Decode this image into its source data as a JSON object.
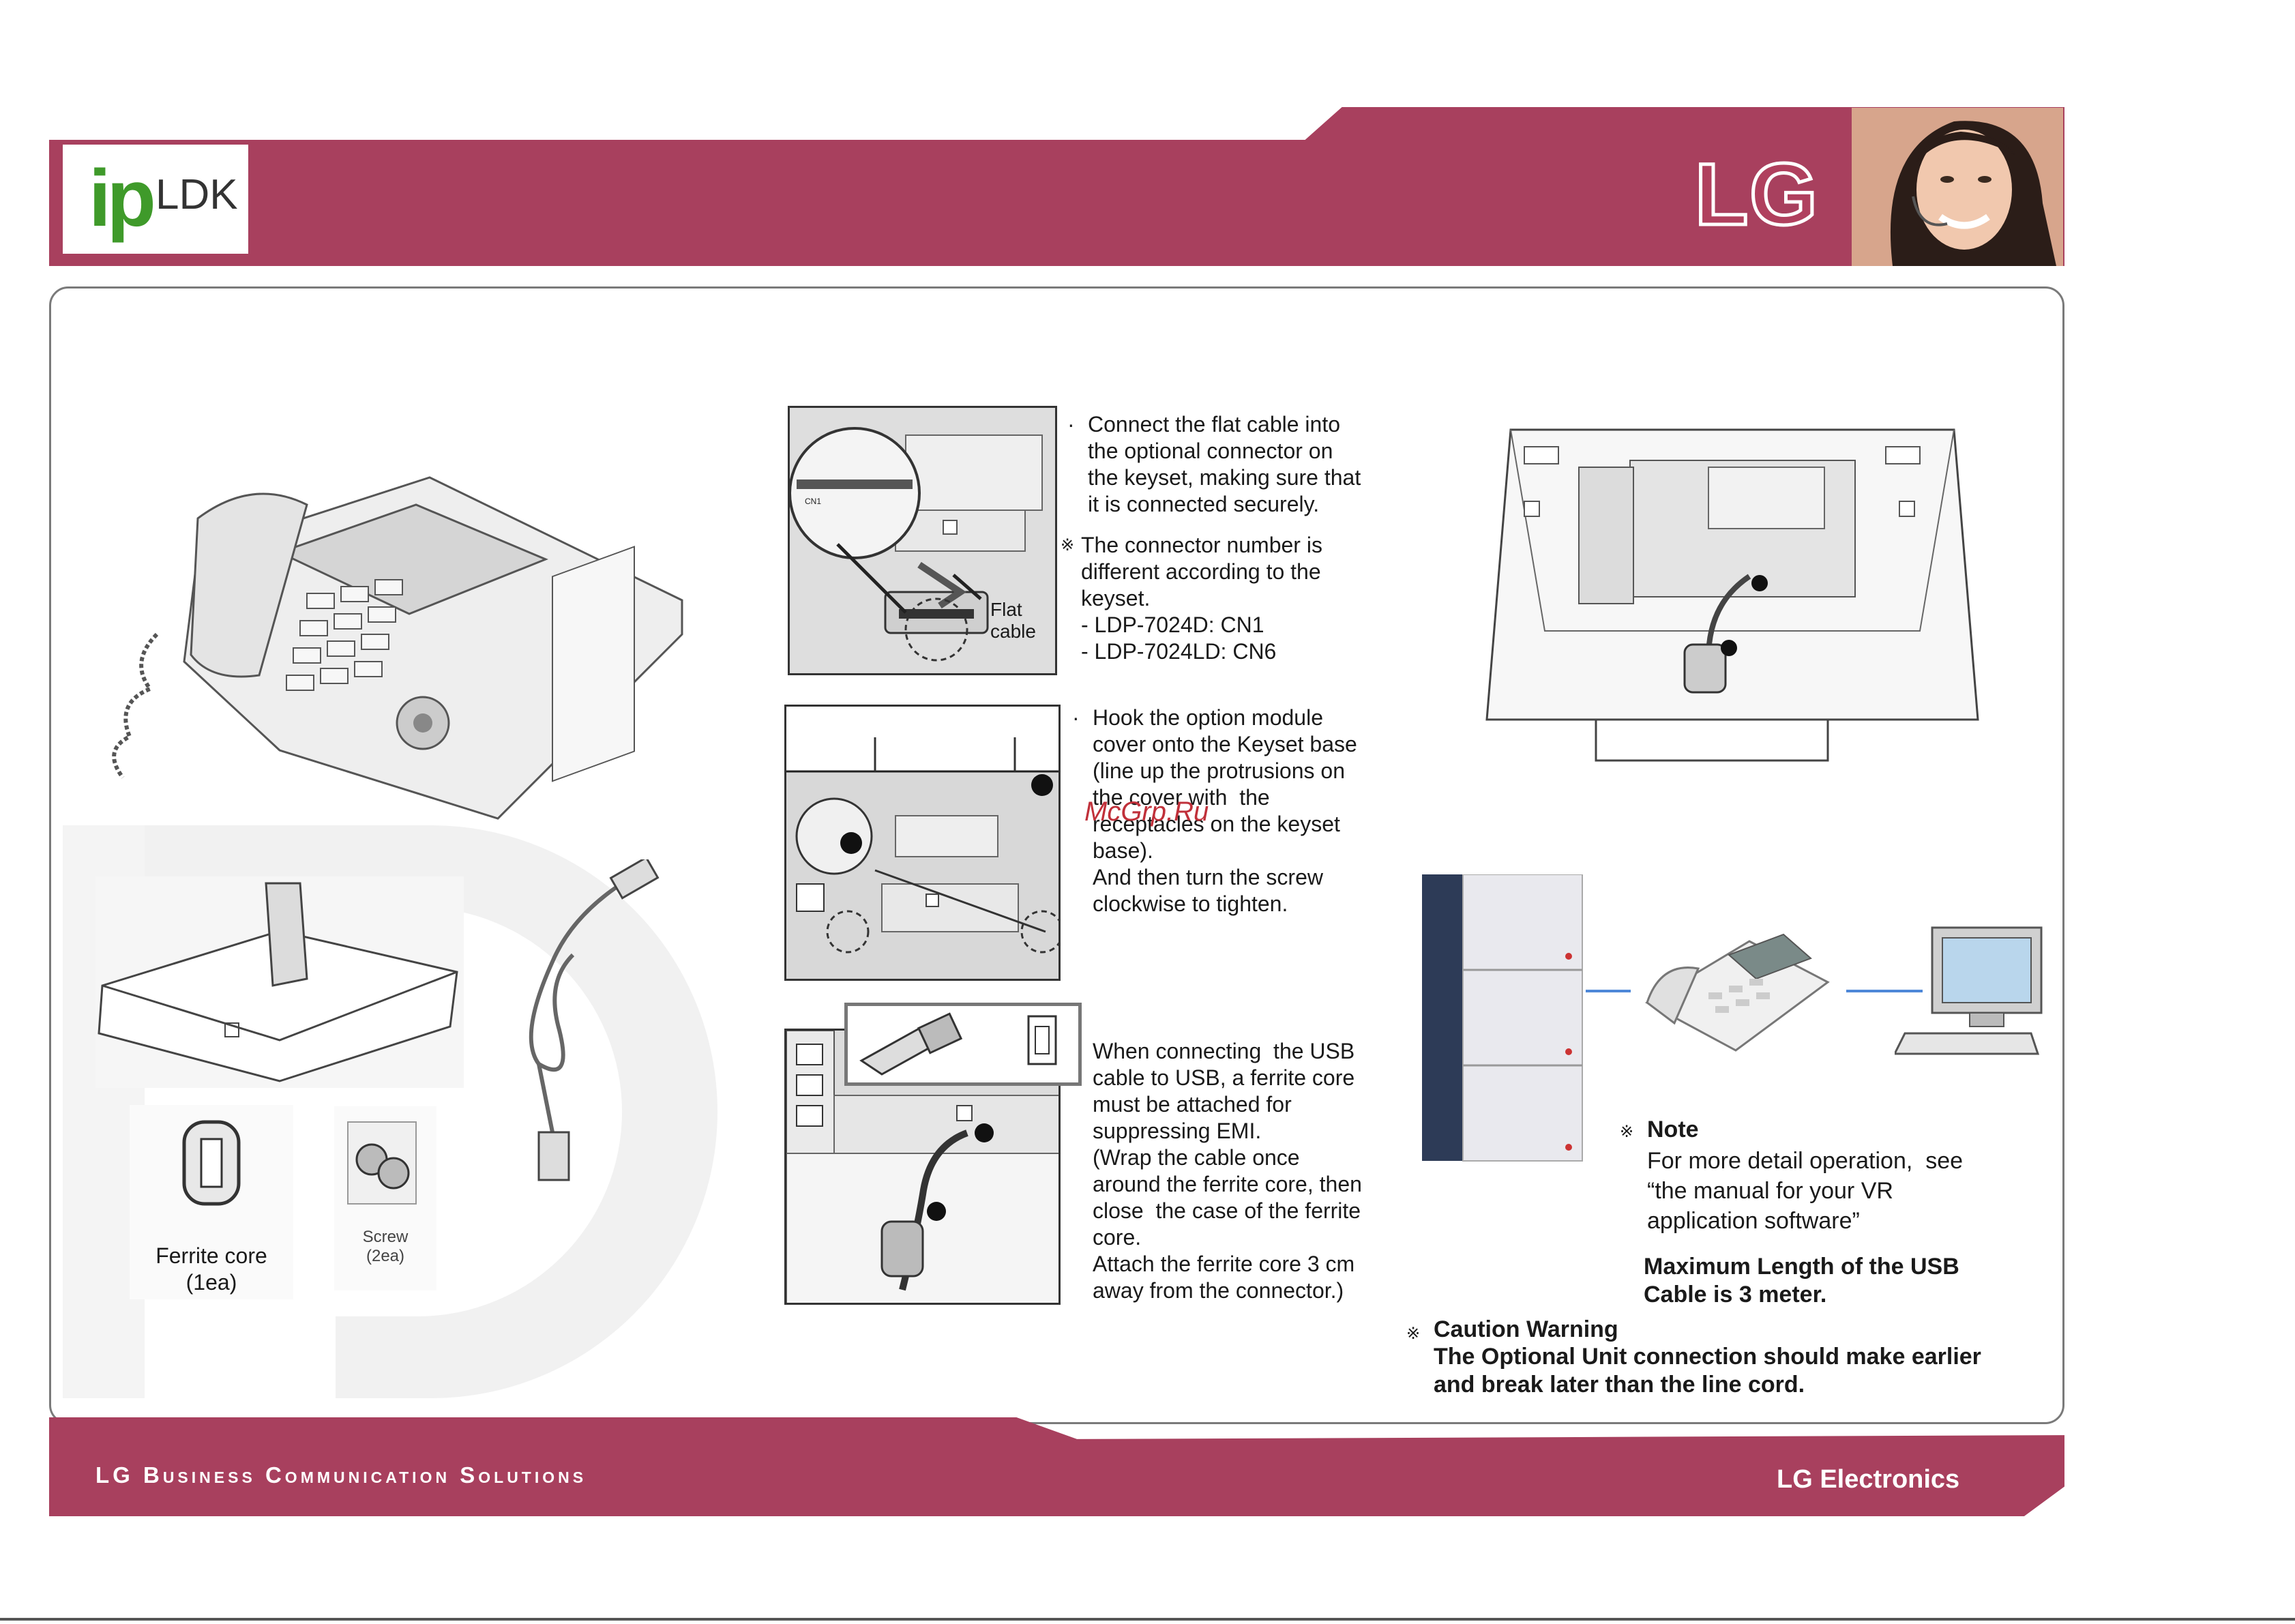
{
  "header": {
    "logo_ip": "ip",
    "logo_ldk": "LDK",
    "brand": "LG"
  },
  "footer": {
    "tagline": "LG Business Communication Solutions",
    "brand": "LG Electronics"
  },
  "watermark": "McGrp.Ru",
  "accessories": {
    "ferrite_label": "Ferrite core\n(1ea)",
    "screw_label": "Screw\n(2ea)"
  },
  "step1": {
    "flat_cable_label": "Flat\ncable",
    "cn1_label": "CN1",
    "text": "Connect the flat cable into\nthe optional connector on\nthe keyset, making sure that\nit is connected securely.",
    "bullet": "·",
    "note_symbol": "※",
    "note": "The connector number is\ndifferent according to the\nkeyset.\n- LDP-7024D: CN1\n- LDP-7024LD: CN6"
  },
  "step2": {
    "bullet": "·",
    "text": "Hook the option module\ncover onto the Keyset base\n(line up the protrusions on\nthe cover with  the\nreceptacles on the keyset\nbase).\nAnd then turn the screw\nclockwise to tighten."
  },
  "step3": {
    "text": "When connecting  the USB\ncable to USB, a ferrite core\nmust be attached for\nsuppressing EMI.\n(Wrap the cable once\naround the ferrite core, then\nclose  the case of the ferrite\ncore.\nAttach the ferrite core 3 cm\naway from the connector.)"
  },
  "note": {
    "symbol": "※",
    "title": "Note",
    "body": "For more detail operation,  see\n“the manual for your VR\napplication software”",
    "max_length": "Maximum Length of the USB\nCable is 3 meter."
  },
  "caution": {
    "symbol": "※",
    "title": "Caution Warning",
    "body": "The Optional Unit connection should make earlier\nand break later than the line cord."
  },
  "colors": {
    "header": "#a8405e",
    "link_line": "#4e88d8",
    "watermark": "#c0303a"
  }
}
